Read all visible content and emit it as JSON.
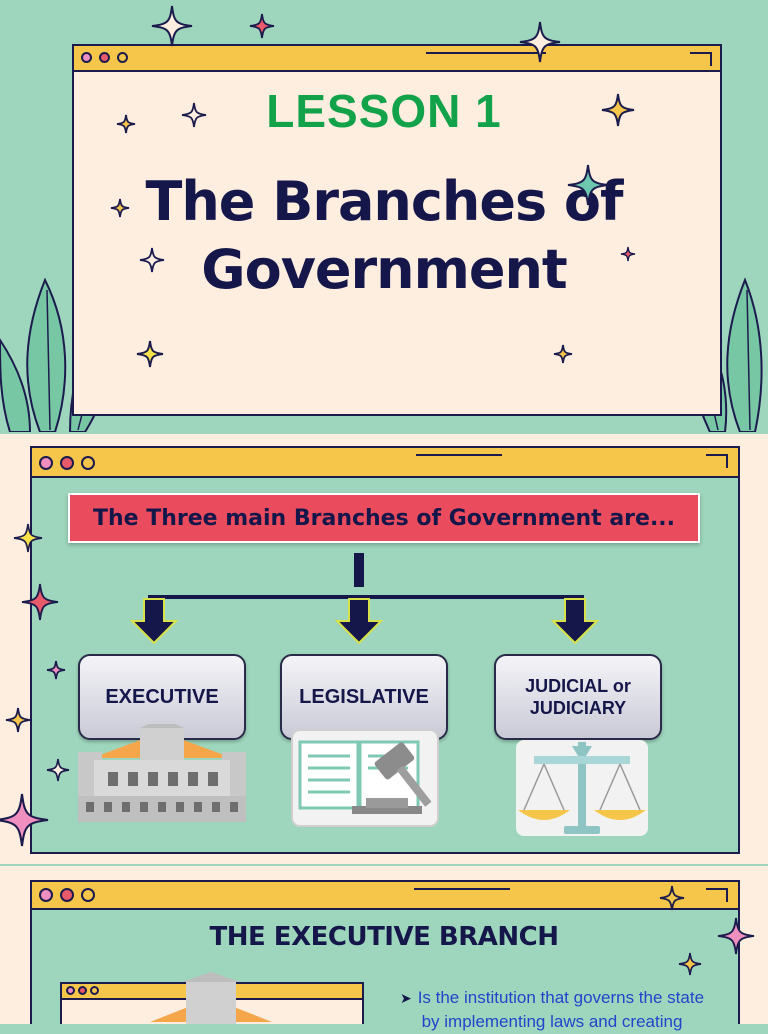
{
  "slide1": {
    "lesson_label": "LESSON 1",
    "title_line1": "The Branches of",
    "title_line2": "Government"
  },
  "slide2": {
    "banner": "The Three main Branches of Government are...",
    "branches": [
      {
        "label": "EXECUTIVE",
        "icon": "government-building-icon"
      },
      {
        "label": "LEGISLATIVE",
        "icon": "law-book-gavel-icon"
      },
      {
        "label_line1": "JUDICIAL or",
        "label_line2": "JUDICIARY",
        "icon": "scales-of-justice-icon"
      }
    ]
  },
  "slide3": {
    "title": "THE EXECUTIVE BRANCH",
    "bullet_line1": "Is the institution that governs the state",
    "bullet_line2": "by implementing laws and creating"
  },
  "colors": {
    "mint": "#9ed6bd",
    "cream": "#fdeee0",
    "navy": "#15174a",
    "yellow": "#f6c64a",
    "green": "#12a24a",
    "red": "#ea4c5e"
  }
}
